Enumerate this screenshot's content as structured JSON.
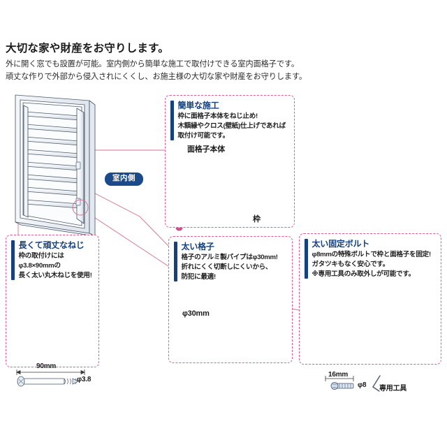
{
  "page": {
    "language": "ja",
    "background_color": "#ffffff",
    "accent_blue": "#16417c",
    "accent_pink": "#e35a8e",
    "badge_blue": "#1b4a8a"
  },
  "headline": {
    "title": "大切な家や財産をお守りします。",
    "lead_line1": "外に開く窓でも設置が可能。室内側から簡単な施工で取付けできる室内面格子です。",
    "lead_line2": "頑丈な作りで外部から侵入されにくくし、お施主様の大切な家や財産をお守りします。"
  },
  "badges": {
    "indoor_side": "室内側"
  },
  "callouts": [
    {
      "id": "easy-construction",
      "title": "簡単な施工",
      "body_line1": "枠に面格子本体をねじ止め!",
      "body_line2": "木額縁やクロス(壁紙)仕上げであれば",
      "body_line3": "取付け可能です。",
      "figure_labels": {
        "panel": "面格子本体",
        "frame": "枠"
      }
    },
    {
      "id": "long-strong-screw",
      "title": "長くて頑丈なねじ",
      "body_line1": "枠の取付けには",
      "body_line2": "φ3.8×90mmの",
      "body_line3": "長く太い丸木ねじを使用!",
      "figure_labels": {
        "length": "90mm",
        "diameter": "φ3.8"
      }
    },
    {
      "id": "thick-lattice",
      "title": "太い格子",
      "body_line1": "格子のアルミ製パイプはφ30mm!",
      "body_line2": "折れにくく切断しにくいから、",
      "body_line3": "防犯に最適!",
      "figure_labels": {
        "diameter": "φ30mm"
      }
    },
    {
      "id": "thick-fixing-bolt",
      "title": "太い固定ボルト",
      "body_line1": "φ8mmの特殊ボルトで枠と面格子を固定!",
      "body_line2": "ガタツキもなく安心です。",
      "body_line3": "※専用工具のみ取外しが可能です。",
      "figure_labels": {
        "length": "16mm",
        "diameter": "φ8",
        "tool": "専用工具"
      }
    }
  ]
}
